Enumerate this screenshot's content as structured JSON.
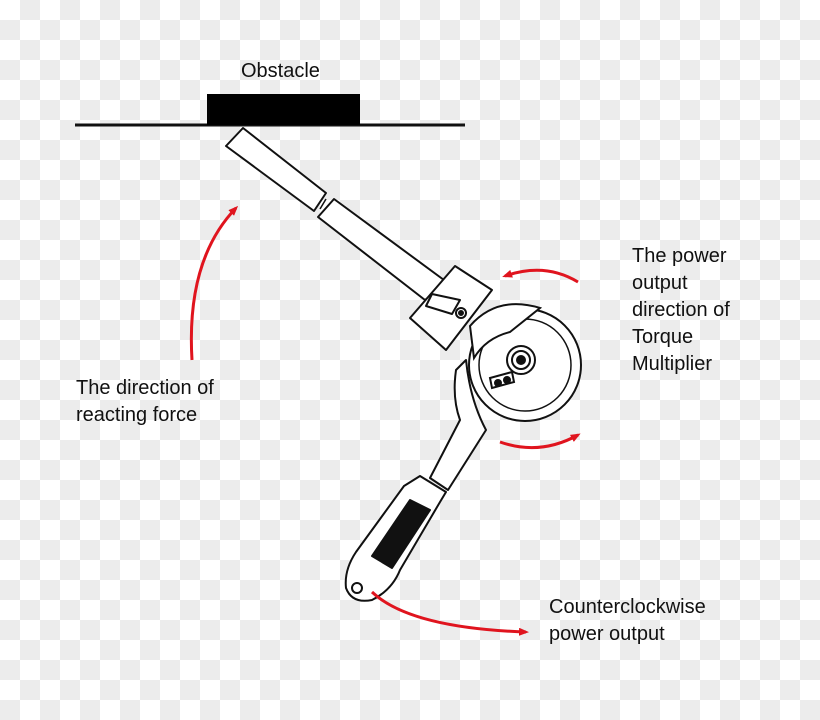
{
  "labels": {
    "obstacle": "Obstacle",
    "reacting_force": [
      "The direction of",
      "reacting force"
    ],
    "power_output_direction": [
      "The power",
      "output",
      "direction of",
      "Torque",
      "Multiplier"
    ],
    "counterclockwise": [
      "Counterclockwise",
      "power output"
    ]
  },
  "colors": {
    "arrow": "#e0141e",
    "outline": "#111111",
    "obstacle_fill": "#000000",
    "background": "#ffffff"
  },
  "icons": {
    "arrow": "curved-red-arrow",
    "wrench": "ratchet-wrench-drawing",
    "handle": "extension-bar-drawing"
  }
}
